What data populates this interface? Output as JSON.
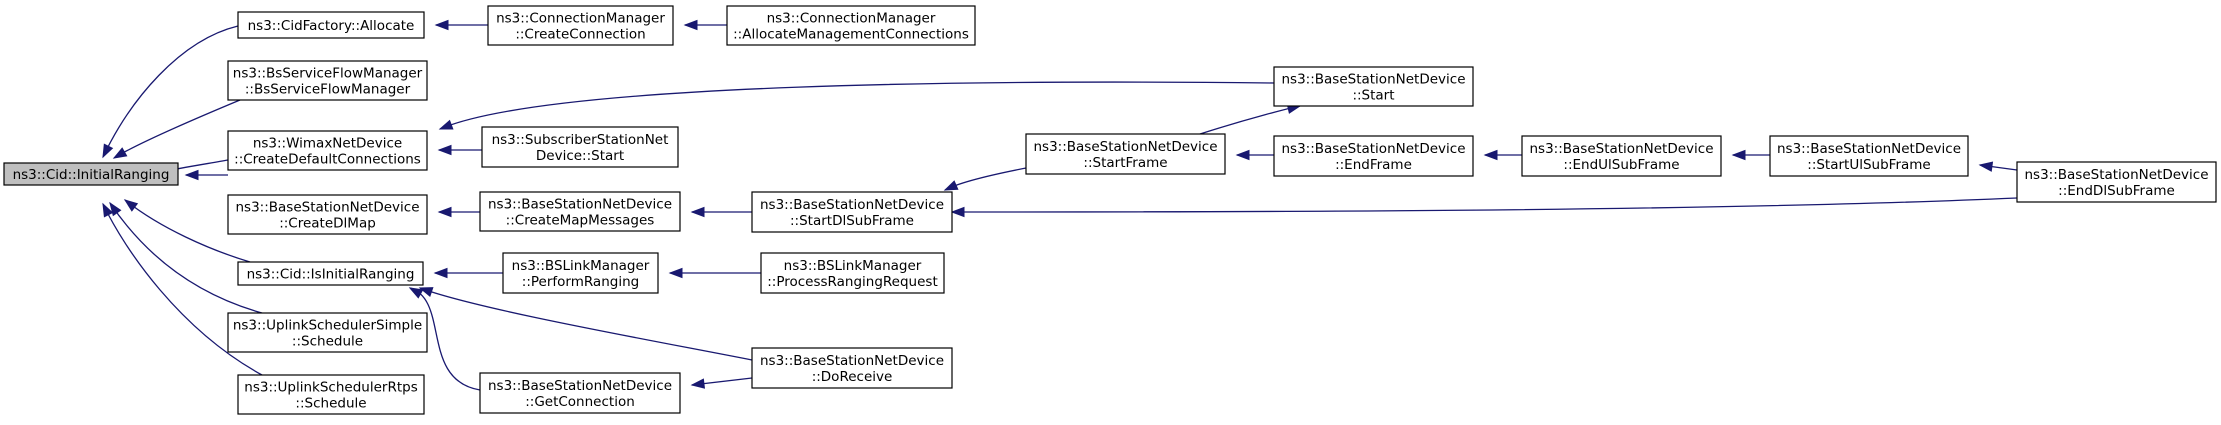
{
  "graph": {
    "nodes": {
      "n0": {
        "lines": [
          "ns3::Cid::InitialRanging"
        ]
      },
      "n1": {
        "lines": [
          "ns3::CidFactory::Allocate"
        ]
      },
      "n2": {
        "lines": [
          "ns3::ConnectionManager",
          "::CreateConnection"
        ]
      },
      "n3": {
        "lines": [
          "ns3::ConnectionManager",
          "::AllocateManagementConnections"
        ]
      },
      "n4": {
        "lines": [
          "ns3::BsServiceFlowManager",
          "::BsServiceFlowManager"
        ]
      },
      "n5": {
        "lines": [
          "ns3::WimaxNetDevice",
          "::CreateDefaultConnections"
        ]
      },
      "n6": {
        "lines": [
          "ns3::BaseStationNetDevice",
          "::Start"
        ]
      },
      "n7": {
        "lines": [
          "ns3::SubscriberStationNet",
          "Device::Start"
        ]
      },
      "n8": {
        "lines": [
          "ns3::BaseStationNetDevice",
          "::CreateDlMap"
        ]
      },
      "n9": {
        "lines": [
          "ns3::BaseStationNetDevice",
          "::CreateMapMessages"
        ]
      },
      "n10": {
        "lines": [
          "ns3::BaseStationNetDevice",
          "::StartDlSubFrame"
        ]
      },
      "n11": {
        "lines": [
          "ns3::BaseStationNetDevice",
          "::StartFrame"
        ]
      },
      "n12": {
        "lines": [
          "ns3::BaseStationNetDevice",
          "::EndFrame"
        ]
      },
      "n13": {
        "lines": [
          "ns3::BaseStationNetDevice",
          "::EndUlSubFrame"
        ]
      },
      "n14": {
        "lines": [
          "ns3::BaseStationNetDevice",
          "::StartUlSubFrame"
        ]
      },
      "n15": {
        "lines": [
          "ns3::BaseStationNetDevice",
          "::EndDlSubFrame"
        ]
      },
      "n16": {
        "lines": [
          "ns3::Cid::IsInitialRanging"
        ]
      },
      "n17": {
        "lines": [
          "ns3::BSLinkManager",
          "::PerformRanging"
        ]
      },
      "n18": {
        "lines": [
          "ns3::BSLinkManager",
          "::ProcessRangingRequest"
        ]
      },
      "n19": {
        "lines": [
          "ns3::BaseStationNetDevice",
          "::DoReceive"
        ]
      },
      "n20": {
        "lines": [
          "ns3::BaseStationNetDevice",
          "::GetConnection"
        ]
      },
      "n21": {
        "lines": [
          "ns3::UplinkSchedulerSimple",
          "::Schedule"
        ]
      },
      "n22": {
        "lines": [
          "ns3::UplinkSchedulerRtps",
          "::Schedule"
        ]
      }
    },
    "edges": [
      {
        "from": "n1",
        "to": "n0"
      },
      {
        "from": "n4",
        "to": "n0"
      },
      {
        "from": "n5",
        "to": "n0"
      },
      {
        "from": "n8",
        "to": "n0"
      },
      {
        "from": "n16",
        "to": "n0"
      },
      {
        "from": "n21",
        "to": "n0"
      },
      {
        "from": "n22",
        "to": "n0"
      },
      {
        "from": "n2",
        "to": "n1"
      },
      {
        "from": "n3",
        "to": "n2"
      },
      {
        "from": "n6",
        "to": "n5"
      },
      {
        "from": "n7",
        "to": "n5"
      },
      {
        "from": "n11",
        "to": "n6"
      },
      {
        "from": "n9",
        "to": "n8"
      },
      {
        "from": "n10",
        "to": "n9"
      },
      {
        "from": "n11",
        "to": "n10"
      },
      {
        "from": "n12",
        "to": "n11"
      },
      {
        "from": "n13",
        "to": "n12"
      },
      {
        "from": "n14",
        "to": "n13"
      },
      {
        "from": "n15",
        "to": "n14"
      },
      {
        "from": "n15",
        "to": "n10"
      },
      {
        "from": "n17",
        "to": "n16"
      },
      {
        "from": "n19",
        "to": "n16"
      },
      {
        "from": "n20",
        "to": "n16"
      },
      {
        "from": "n18",
        "to": "n17"
      },
      {
        "from": "n19",
        "to": "n20"
      }
    ]
  },
  "colors": {
    "edge": "#191970",
    "root_fill": "#bfbfbf",
    "node_fill": "#ffffff",
    "node_stroke": "#000000"
  }
}
